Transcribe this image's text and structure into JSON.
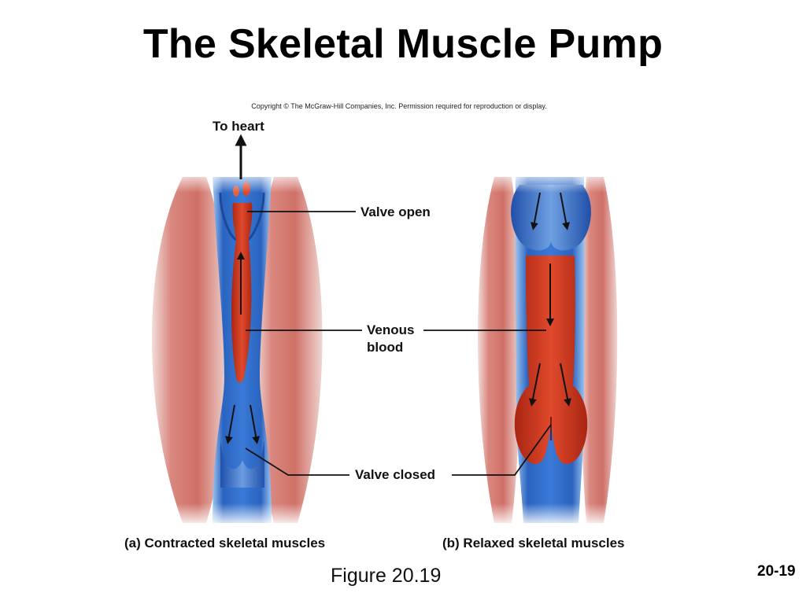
{
  "title": "The Skeletal Muscle Pump",
  "copyright": "Copyright © The McGraw-Hill Companies, Inc. Permission required for reproduction or display.",
  "labels": {
    "to_heart": "To heart",
    "valve_open": "Valve open",
    "venous_blood_line1": "Venous",
    "venous_blood_line2": "blood",
    "valve_closed": "Valve closed",
    "panel_a": "(a) Contracted skeletal muscles",
    "panel_b": "(b) Relaxed skeletal muscles"
  },
  "figure_caption": "Figure 20.19",
  "page_number": "20-19",
  "colors": {
    "muscle": "#d8857c",
    "muscle_dark": "#b85a52",
    "vein_wall": "#2f6fc7",
    "vein_light": "#8cb6e8",
    "blood": "#c8341f",
    "blood_dark": "#8f1f12",
    "leader_line": "#111111"
  }
}
